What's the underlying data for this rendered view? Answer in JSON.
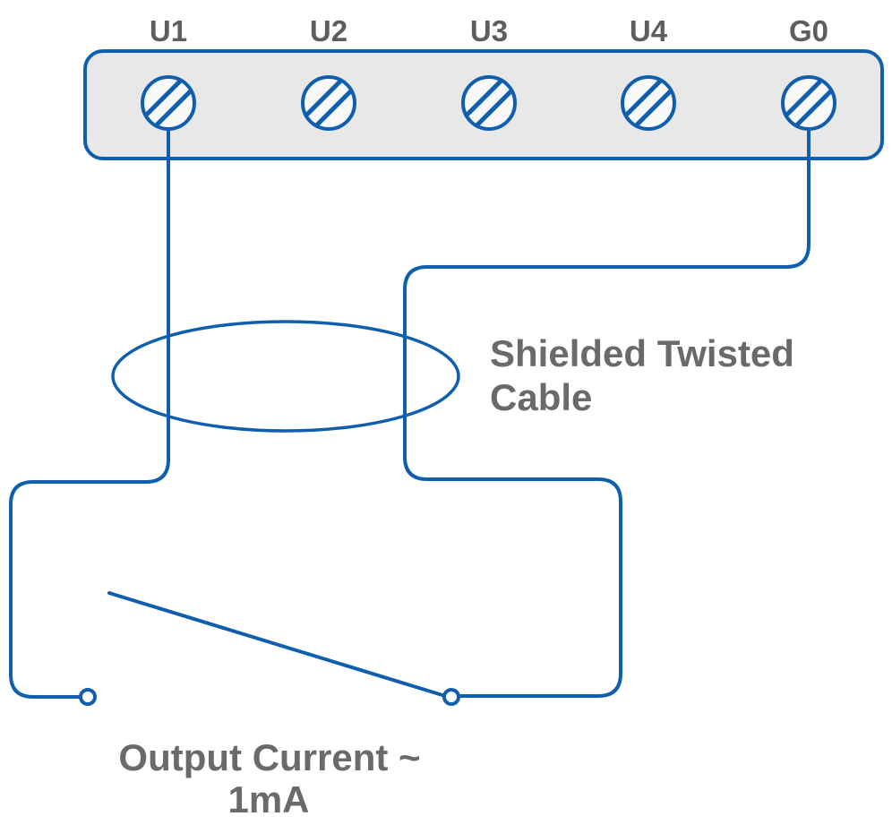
{
  "diagram": {
    "terminal_labels": [
      "U1",
      "U2",
      "U3",
      "U4",
      "G0"
    ],
    "shield_label": {
      "line1": "Shielded Twisted",
      "line2": "Cable"
    },
    "output_label": {
      "line1": "Output Current ~",
      "line2": "1mA"
    },
    "colors": {
      "wire_blue": "#0f5fae",
      "terminal_label_gray": "#5e5e5e",
      "annotation_gray": "#6a6a6a",
      "block_fill": "#e8e8e8",
      "screw_fill": "#f8f8f8",
      "background": "#ffffff"
    }
  }
}
